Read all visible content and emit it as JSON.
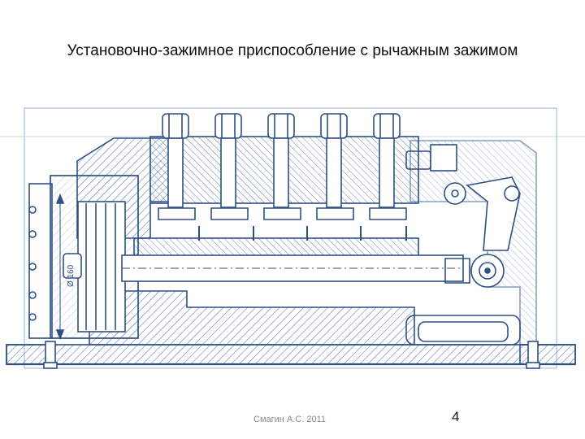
{
  "slide": {
    "title": "Установочно-зажимное приспособление с рычажным зажимом",
    "author": "Смагин А.С. 2011",
    "page_number": "4"
  },
  "drawing": {
    "dimension_label": "Ø 160",
    "line_color": "#2e4f86",
    "hatch_color": "#5f7fb5"
  }
}
